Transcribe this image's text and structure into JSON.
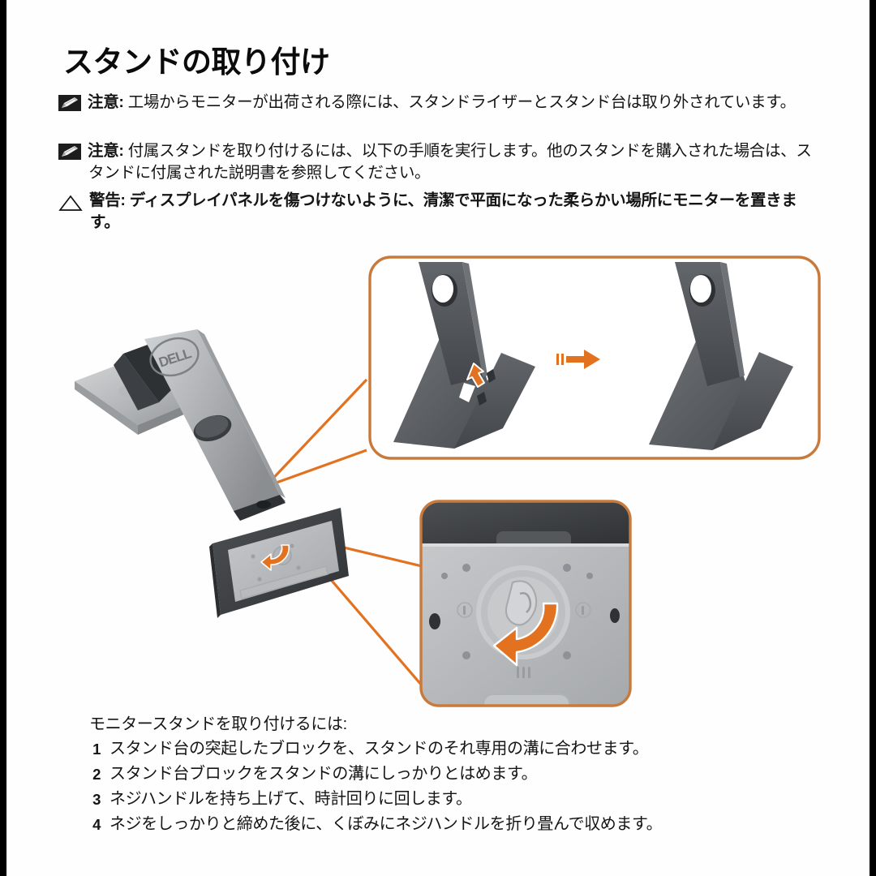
{
  "document": {
    "title": "スタンドの取り付け"
  },
  "notices": [
    {
      "icon": "note-pencil-icon",
      "type": "note",
      "lead": "注意:",
      "text": " 工場からモニターが出荷される際には、スタンドライザーとスタンド台は取り外されています。"
    },
    {
      "icon": "note-pencil-icon",
      "type": "note",
      "lead": "注意:",
      "text": " 付属スタンドを取り付けるには、以下の手順を実行します。他のスタンドを購入された場合は、スタンドに付属された説明書を参照してください。"
    },
    {
      "icon": "warning-triangle-icon",
      "type": "warning",
      "lead": "警告:",
      "text": " ディスプレイパネルを傷つけないように、清潔で平面になった柔らかい場所にモニターを置きます。"
    }
  ],
  "figure": {
    "brand_logo": "DELL",
    "callout_top": {
      "name": "stand-base-insert-callout",
      "transition_icon": "right-arrow-icon",
      "insert_arrow_icon": "up-arrow-icon"
    },
    "callout_bottom": {
      "name": "screw-handle-callout",
      "rotate_arrow_icon": "rotate-clockwise-arrow-icon"
    }
  },
  "procedure": {
    "intro": "モニタースタンドを取り付けるには:",
    "steps": [
      {
        "num": "1",
        "text": "スタンド台の突起したブロックを、スタンドのそれ専用の溝に合わせます。"
      },
      {
        "num": "2",
        "text": "スタンド台ブロックをスタンドの溝にしっかりとはめます。"
      },
      {
        "num": "3",
        "text": "ネジハンドルを持ち上げて、時計回りに回します。"
      },
      {
        "num": "4",
        "text": "ネジをしっかりと締めた後に、くぼみにネジハンドルを折り畳んで収めます。"
      }
    ]
  },
  "colors": {
    "accent_orange": "#E2721F",
    "callout_border": "#C87A3C",
    "metal_light": "#BFC1C3",
    "metal_dark": "#55585C",
    "bezel_dark": "#3A3C3F",
    "text": "#141414",
    "edge_bar": "#000000"
  }
}
